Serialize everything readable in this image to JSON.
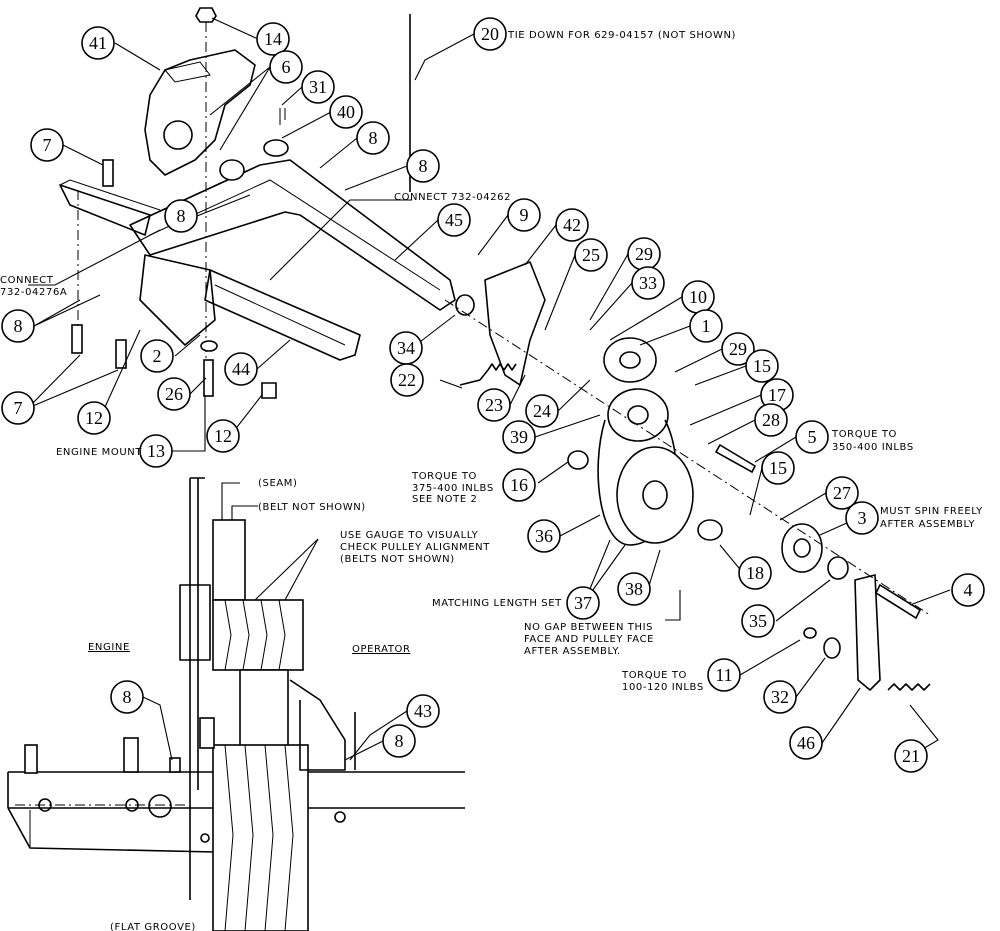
{
  "callouts": [
    {
      "n": "41"
    },
    {
      "n": "14"
    },
    {
      "n": "6"
    },
    {
      "n": "31"
    },
    {
      "n": "40"
    },
    {
      "n": "7"
    },
    {
      "n": "8"
    },
    {
      "n": "8"
    },
    {
      "n": "8"
    },
    {
      "n": "20"
    },
    {
      "n": "45"
    },
    {
      "n": "9"
    },
    {
      "n": "42"
    },
    {
      "n": "29"
    },
    {
      "n": "25"
    },
    {
      "n": "33"
    },
    {
      "n": "10"
    },
    {
      "n": "1"
    },
    {
      "n": "29"
    },
    {
      "n": "15"
    },
    {
      "n": "8"
    },
    {
      "n": "34"
    },
    {
      "n": "2"
    },
    {
      "n": "26"
    },
    {
      "n": "44"
    },
    {
      "n": "22"
    },
    {
      "n": "23"
    },
    {
      "n": "24"
    },
    {
      "n": "17"
    },
    {
      "n": "28"
    },
    {
      "n": "5"
    },
    {
      "n": "7"
    },
    {
      "n": "12"
    },
    {
      "n": "12"
    },
    {
      "n": "13"
    },
    {
      "n": "39"
    },
    {
      "n": "16"
    },
    {
      "n": "15"
    },
    {
      "n": "27"
    },
    {
      "n": "3"
    },
    {
      "n": "36"
    },
    {
      "n": "18"
    },
    {
      "n": "37"
    },
    {
      "n": "38"
    },
    {
      "n": "4"
    },
    {
      "n": "35"
    },
    {
      "n": "11"
    },
    {
      "n": "32"
    },
    {
      "n": "46"
    },
    {
      "n": "21"
    },
    {
      "n": "8"
    },
    {
      "n": "43"
    },
    {
      "n": "8"
    }
  ],
  "notes": {
    "tie_down": "TIE DOWN FOR 629-04157 (NOT SHOWN)",
    "connect_732_04262": "CONNECT 732-04262",
    "connect_left_1": "CONNECT",
    "connect_left_2": "732-04276A",
    "torque_5_1": "TORQUE TO",
    "torque_5_2": "350-400 INLBS",
    "torque_16_1": "TORQUE TO",
    "torque_16_2": "375-400 INLBS",
    "torque_16_3": "SEE NOTE 2",
    "engine_mount": "ENGINE MOUNT",
    "spin_1": "MUST SPIN FREELY",
    "spin_2": "AFTER ASSEMBLY",
    "seam": "(SEAM)",
    "belt_not_shown": "(BELT NOT SHOWN)",
    "gauge_1": "USE GAUGE TO VISUALLY",
    "gauge_2": "CHECK PULLEY ALIGNMENT",
    "gauge_3": "(BELTS NOT SHOWN)",
    "matching": "MATCHING LENGTH SET",
    "nogap_1": "NO GAP BETWEEN THIS",
    "nogap_2": "FACE AND PULLEY FACE",
    "nogap_3": "AFTER ASSEMBLY.",
    "torque_11_1": "TORQUE TO",
    "torque_11_2": "100-120 INLBS",
    "engine": "ENGINE",
    "operator": "OPERATOR",
    "flat_groove": "(FLAT GROOVE)"
  }
}
